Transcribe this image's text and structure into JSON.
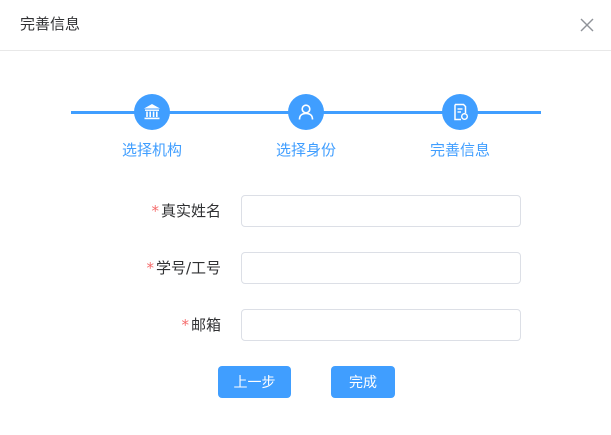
{
  "dialog": {
    "title": "完善信息",
    "close_icon": "close-icon"
  },
  "steps": [
    {
      "label": "选择机构",
      "icon": "bank-icon"
    },
    {
      "label": "选择身份",
      "icon": "user-icon"
    },
    {
      "label": "完善信息",
      "icon": "document-edit-icon"
    }
  ],
  "form": {
    "required_mark": "*",
    "name_label": "真实姓名",
    "name_value": "",
    "id_label": "学号/工号",
    "id_value": "",
    "email_label": "邮箱",
    "email_value": ""
  },
  "buttons": {
    "prev_label": "上一步",
    "done_label": "完成"
  },
  "colors": {
    "accent": "#409eff",
    "required": "#f56c6c",
    "text": "#303133",
    "border": "#dcdfe6"
  }
}
